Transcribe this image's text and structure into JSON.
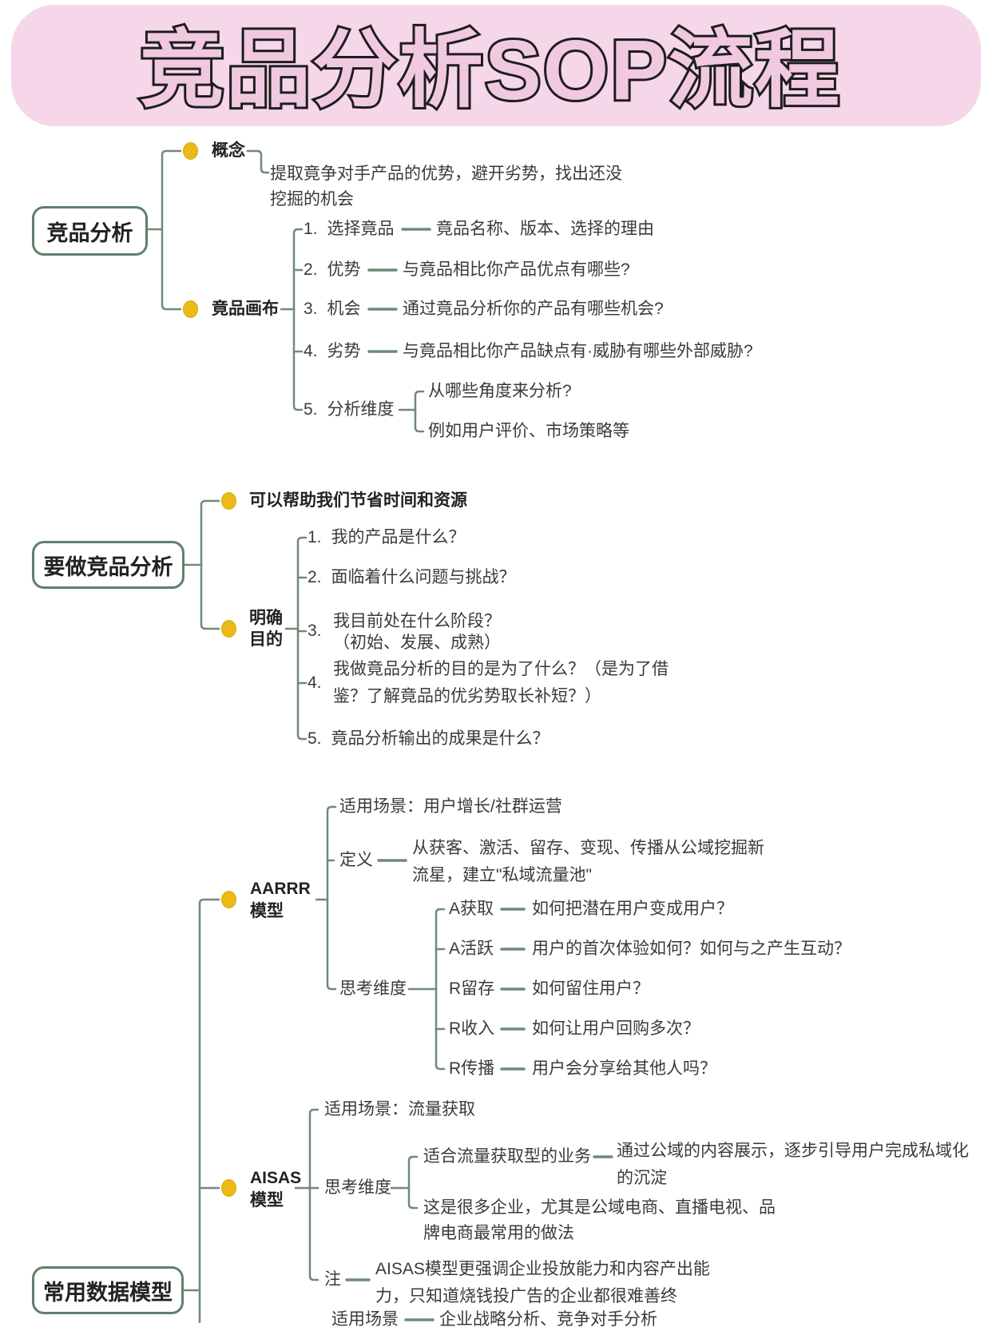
{
  "banner": {
    "title": "竞品分析SOP流程",
    "bg_color": "#f6d6e9",
    "title_fill": "#f0c9e1",
    "title_outline": "#1d1d1d"
  },
  "colors": {
    "line": "#6e8b76",
    "node_border": "#5e8169",
    "dot": "#ecba16",
    "text": "#3a3a3a"
  },
  "s1": {
    "root": "竞品分析",
    "concept_label": "概念",
    "concept_desc": "提取竟争对手产品的优势，避开劣势，找出还没\n挖掘的机会",
    "canvas_label": "竟品画布",
    "items": [
      {
        "num": "1.",
        "label": "选择竟品",
        "desc": "竟品名称、版本、选择的理由"
      },
      {
        "num": "2.",
        "label": "优势",
        "desc": "与竟品相比你产品优点有哪些?"
      },
      {
        "num": "3.",
        "label": "机会",
        "desc": "通过竟品分析你的产品有哪些机会?"
      },
      {
        "num": "4.",
        "label": "劣势",
        "desc": "与竟品相比你产品缺点有·威胁有哪些外部威胁?"
      },
      {
        "num": "5.",
        "label": "分析维度",
        "sub1": "从哪些角度来分析?",
        "sub2": "例如用户评价、市场策略等"
      }
    ]
  },
  "s2": {
    "root": "要做竞品分析",
    "benefit": "可以帮助我们节省时间和资源",
    "purpose_label": "明确\n目的",
    "items": [
      {
        "num": "1.",
        "text": "我的产品是什么？"
      },
      {
        "num": "2.",
        "text": "面临着什么问题与挑战？"
      },
      {
        "num": "3.",
        "text": "我目前处在什么阶段？\n（初始、发展、成熟）"
      },
      {
        "num": "4.",
        "text": "我做竟品分析的目的是为了什么？（是为了借\n鉴？了解竟品的优劣势取长补短？）"
      },
      {
        "num": "5.",
        "text": "竟品分析输出的成果是什么？"
      }
    ]
  },
  "s3": {
    "root": "常用数据模型",
    "aarrr": {
      "label": "AARRR\n模型",
      "scene": "适用场景：用户增长/社群运营",
      "def_label": "定义",
      "def_desc": "从获客、激活、留存、变现、传播从公域挖掘新\n流星，建立\"私域流量池\"",
      "think_label": "思考维度",
      "items": [
        {
          "label": "A获取",
          "desc": "如何把潜在用户变成用户？"
        },
        {
          "label": "A活跃",
          "desc": "用户的首次体验如何？如何与之产生互动？"
        },
        {
          "label": "R留存",
          "desc": "如何留住用户？"
        },
        {
          "label": "R收入",
          "desc": "如何让用户回购多次？"
        },
        {
          "label": "R传播",
          "desc": "用户会分享给其他人吗？"
        }
      ]
    },
    "aisas": {
      "label": "AISAS\n模型",
      "scene": "适用场景：流量获取",
      "think_label": "思考维度",
      "item1_label": "适合流量获取型的业务",
      "item1_desc": "通过公域的内容展示，逐步引导用户完成私域化\n的沉淀",
      "item2": "这是很多企业，尤其是公域电商、直播电视、品\n牌电商最常用的做法",
      "note_label": "注",
      "note_desc": "AISAS模型更强调企业投放能力和内容产出能\n力，只知道烧钱投广告的企业都很难善终"
    },
    "next_scene_label": "适用场景",
    "next_scene_desc": "企业战略分析、竞争对手分析"
  }
}
